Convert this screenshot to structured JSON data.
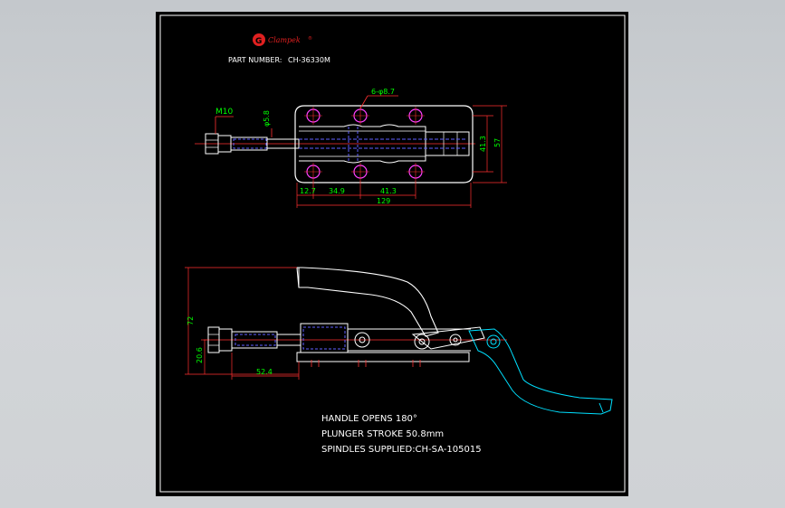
{
  "brand": {
    "name": "Clampek",
    "mark": "®",
    "logo_letter": "G"
  },
  "part": {
    "label": "PART NUMBER:",
    "number": "CH-36330M"
  },
  "dims": {
    "thread": "M10",
    "dia_small": "φ5.8",
    "holes": "6-φ8.7",
    "h_inner": "41.3",
    "h_outer": "57",
    "w_a": "12.7",
    "w_b": "34.9",
    "w_c": "41.3",
    "w_total": "129",
    "side_height": "72",
    "side_low": "20.6",
    "side_len": "52.4"
  },
  "notes": [
    "HANDLE OPENS 180°",
    "PLUNGER STROKE 50.8mm",
    "SPINDLES SUPPLIED:CH-SA-105015"
  ],
  "colors": {
    "sheet": "#000000",
    "outline": "#ffffff",
    "dimension": "#ff3030",
    "dim_text": "#00ff00",
    "hidden": "#6060ff",
    "holes": "#ff40ff",
    "handle": "#00e0ff",
    "brand_red": "#e02020"
  }
}
